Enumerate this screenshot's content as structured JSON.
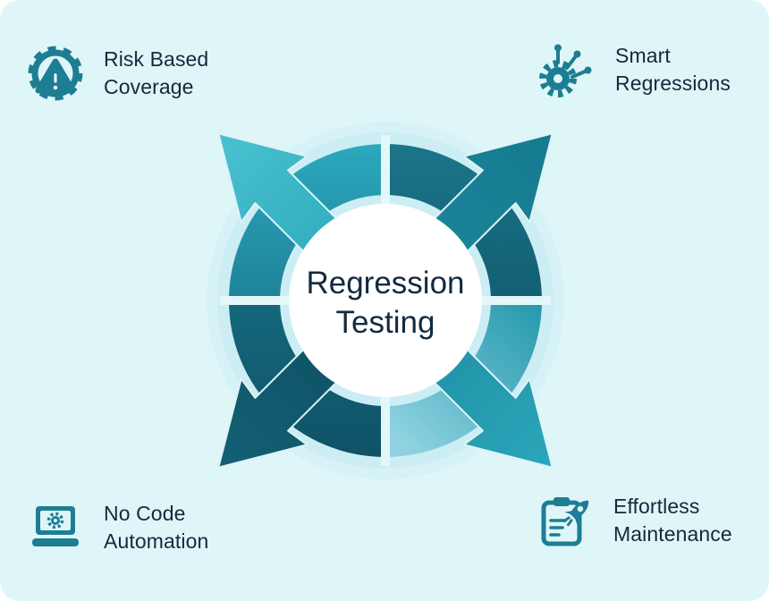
{
  "title": "Regression Testing",
  "center": {
    "line1": "Regression",
    "line2": "Testing"
  },
  "corners": {
    "top_left": {
      "line1": "Risk Based",
      "line2": "Coverage",
      "icon": "warning-gear-icon"
    },
    "top_right": {
      "line1": "Smart",
      "line2": "Regressions",
      "icon": "circuit-gear-icon"
    },
    "bottom_left": {
      "line1": "No Code",
      "line2": "Automation",
      "icon": "laptop-gear-icon"
    },
    "bottom_right": {
      "line1": "Effortless",
      "line2": "Maintenance",
      "icon": "rocket-document-icon"
    }
  },
  "colors": {
    "background": "#dff6f8",
    "icon_teal": "#1d7e93",
    "text_dark": "#14293c",
    "ring_top_left": "#2ca8bd",
    "ring_top_right": "#1b7589",
    "ring_bottom_left": "#0f5266",
    "ring_bottom_right": "#2397ac",
    "arrow_nw": "#49c1d0",
    "arrow_ne": "#157a90",
    "arrow_sw": "#0e4f62",
    "arrow_se": "#2ba6ba",
    "halo": "#cdedf4",
    "center_circle": "#ffffff"
  }
}
